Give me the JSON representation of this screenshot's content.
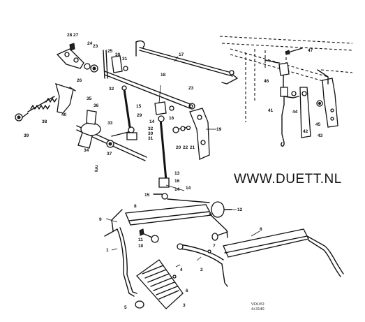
{
  "watermark": "WWW.DUETT.NL",
  "caption": {
    "brand": "VOLVO",
    "code": "4+3140"
  },
  "side_mark": "Iuu",
  "callouts": {
    "n1": "1",
    "n2": "2",
    "n3": "3",
    "n4": "4",
    "n5": "5",
    "n6": "6",
    "n7": "7",
    "n8a": "8",
    "n8b": "8",
    "n9": "9",
    "n10": "10",
    "n11": "11",
    "n12": "12",
    "n13": "13",
    "n14a": "14",
    "n14b": "14",
    "n14c": "14",
    "n15a": "15",
    "n15b": "15",
    "n16a": "16",
    "n16b": "16",
    "n17": "17",
    "n18": "18",
    "n19": "19",
    "n20": "20",
    "n21": "21",
    "n22": "22",
    "n23a": "23",
    "n23b": "23",
    "n24": "24",
    "n25": "25",
    "n26": "26",
    "n27": "27",
    "n28": "28",
    "n29": "29",
    "n30a": "30",
    "n30b": "30",
    "n31a": "31",
    "n31b": "31",
    "n32a": "32",
    "n32b": "32",
    "n33": "33",
    "n34": "34",
    "n35": "35",
    "n36": "36",
    "n37": "37",
    "n38": "38",
    "n39": "39",
    "n40": "40",
    "n41": "41",
    "n42": "42",
    "n43": "43",
    "n44": "44",
    "n45": "45",
    "n46": "46",
    "n47": "47"
  }
}
